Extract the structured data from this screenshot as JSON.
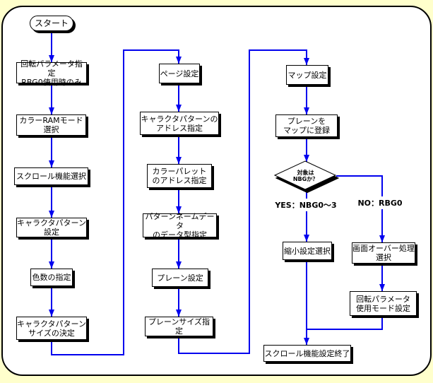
{
  "start": {
    "label": "スタート"
  },
  "left_column": {
    "steps": [
      {
        "label": "回転パラメータ指定\nRBG0使用時のみ"
      },
      {
        "label": "カラーRAMモード\n選択"
      },
      {
        "label": "スクロール機能選択"
      },
      {
        "label": "キャラクタパターン\n設定"
      },
      {
        "label": "色数の指定"
      },
      {
        "label": "キャラクタパターン\nサイズの決定"
      }
    ]
  },
  "middle_column": {
    "steps": [
      {
        "label": "ページ設定"
      },
      {
        "label": "キャラクタパターンの\nアドレス指定"
      },
      {
        "label": "カラーパレット\nのアドレス指定"
      },
      {
        "label": "パターンネームデータ\nのデータ型指定"
      },
      {
        "label": "プレーン設定"
      },
      {
        "label": "プレーンサイズ指定"
      }
    ]
  },
  "right_column": {
    "steps": [
      {
        "label": "マップ設定"
      },
      {
        "label": "プレーンをマップに登録",
        "label_wrapped": "プレーンを\nマップに登録"
      }
    ]
  },
  "decision": {
    "label": "対象は\nNBGか？",
    "yes_label": "YES：NBG0～3",
    "no_label": "NO：RBG0"
  },
  "yes_branch": {
    "steps": [
      {
        "label": "縮小設定選択"
      }
    ]
  },
  "no_branch": {
    "steps": [
      {
        "label": "画面オーバー処理\n選択"
      },
      {
        "label": "回転パラメータ\n使用モード設定"
      }
    ]
  },
  "end": {
    "label": "スクロール機能設定終了"
  },
  "colors": {
    "connector": "#0000EE",
    "box_border": "#000000",
    "box_shadow": "#000000",
    "box_background": "#FFFFFF",
    "canvas": "#FFFFFF",
    "page_outside": "#FFFFCC"
  }
}
